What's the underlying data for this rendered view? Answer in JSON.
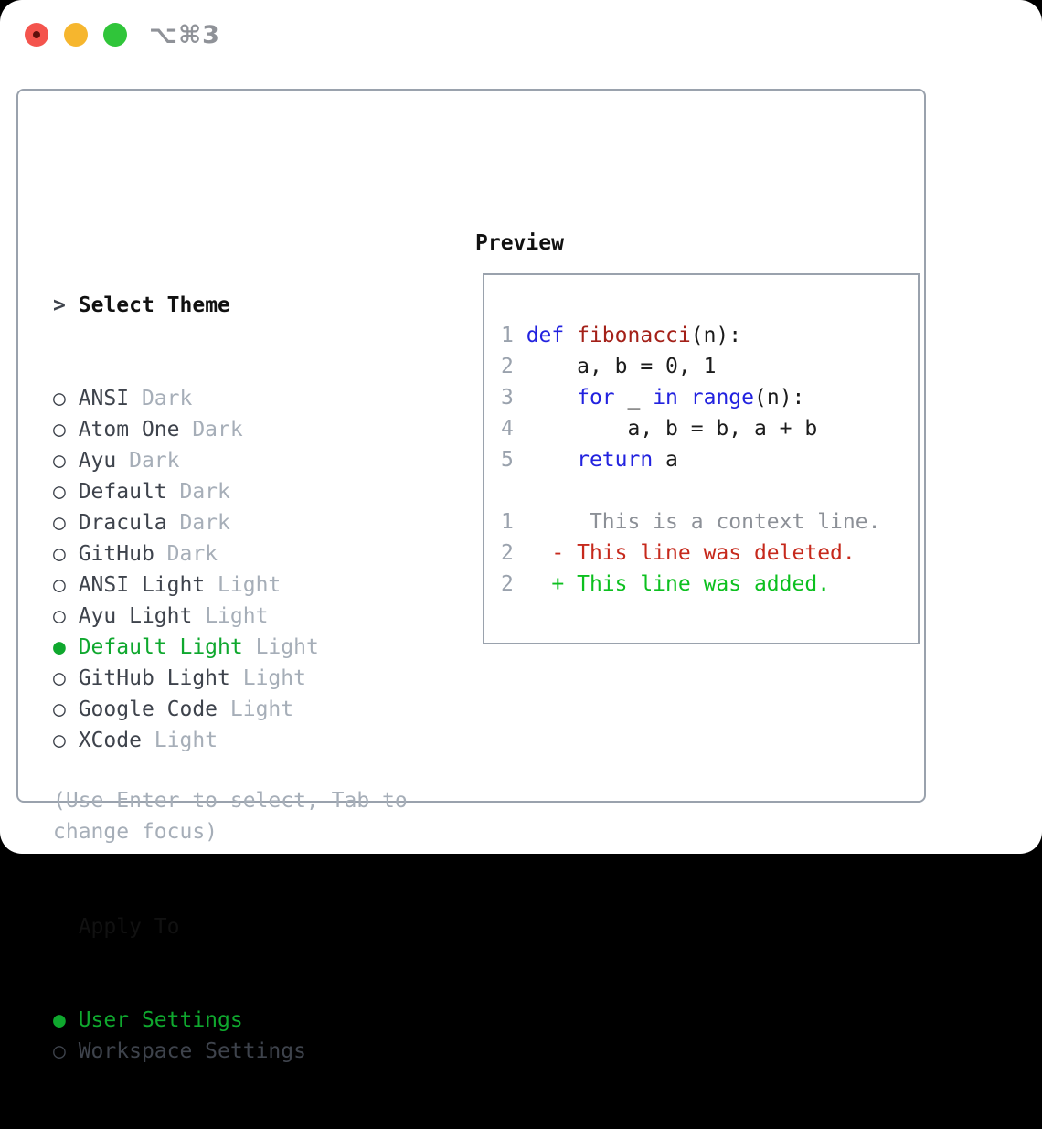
{
  "titlebar": {
    "title": "⌥⌘3",
    "buttons": [
      "close",
      "minimize",
      "zoom"
    ]
  },
  "icons": {
    "prompt": ">",
    "radio_unselected": "○",
    "radio_selected": "●"
  },
  "colors": {
    "window_bg": "#ffffff",
    "outside_bg": "#000000",
    "border": "#9aa2ad",
    "traffic_red": "#f4544d",
    "traffic_yellow": "#f6b62e",
    "traffic_green": "#30c53a",
    "title_gray": "#8f9298",
    "item_text": "#3e434c",
    "tag_text": "#a6aeb8",
    "selected_green": "#0fa82e",
    "keyword_blue": "#2222df",
    "function_red": "#a32018",
    "diff_deleted_red": "#c6291c",
    "diff_added_green": "#0cc01f",
    "context_gray": "#8c9097",
    "line_number_gray": "#9aa2ad"
  },
  "theme_picker": {
    "header": "Select Theme",
    "items": [
      {
        "name": "ANSI",
        "tag": "Dark",
        "selected": false
      },
      {
        "name": "Atom One",
        "tag": "Dark",
        "selected": false
      },
      {
        "name": "Ayu",
        "tag": "Dark",
        "selected": false
      },
      {
        "name": "Default",
        "tag": "Dark",
        "selected": false
      },
      {
        "name": "Dracula",
        "tag": "Dark",
        "selected": false
      },
      {
        "name": "GitHub",
        "tag": "Dark",
        "selected": false
      },
      {
        "name": "ANSI Light",
        "tag": "Light",
        "selected": false
      },
      {
        "name": "Ayu Light",
        "tag": "Light",
        "selected": false
      },
      {
        "name": "Default Light",
        "tag": "Light",
        "selected": true
      },
      {
        "name": "GitHub Light",
        "tag": "Light",
        "selected": false
      },
      {
        "name": "Google Code",
        "tag": "Light",
        "selected": false
      },
      {
        "name": "XCode",
        "tag": "Light",
        "selected": false
      }
    ]
  },
  "apply_to": {
    "header": "Apply To",
    "options": [
      {
        "label": "User Settings",
        "selected": true
      },
      {
        "label": "Workspace Settings",
        "selected": false
      }
    ]
  },
  "help_text": "(Use Enter to select, Tab to change focus)",
  "preview": {
    "header": "Preview",
    "code_lines": [
      [
        [
          "num",
          "1 "
        ],
        [
          "kw",
          "def"
        ],
        [
          "code",
          " "
        ],
        [
          "fn",
          "fibonacci"
        ],
        [
          "code",
          "(n):"
        ]
      ],
      [
        [
          "num",
          "2"
        ],
        [
          "code",
          "     a, b = 0, 1"
        ]
      ],
      [
        [
          "num",
          "3"
        ],
        [
          "code",
          "     "
        ],
        [
          "kw",
          "for"
        ],
        [
          "code",
          " _ "
        ],
        [
          "kw",
          "in"
        ],
        [
          "code",
          " "
        ],
        [
          "kw",
          "range"
        ],
        [
          "code",
          "(n):"
        ]
      ],
      [
        [
          "num",
          "4"
        ],
        [
          "code",
          "         a, b = b, a + b"
        ]
      ],
      [
        [
          "num",
          "5"
        ],
        [
          "code",
          "     "
        ],
        [
          "kw",
          "return"
        ],
        [
          "code",
          " a"
        ]
      ],
      [],
      [
        [
          "num",
          "1"
        ],
        [
          "ctx",
          "      This is a context line."
        ]
      ],
      [
        [
          "num",
          "2"
        ],
        [
          "del",
          "   - This line was deleted."
        ]
      ],
      [
        [
          "num",
          "2"
        ],
        [
          "add",
          "   + This line was added."
        ]
      ]
    ]
  }
}
